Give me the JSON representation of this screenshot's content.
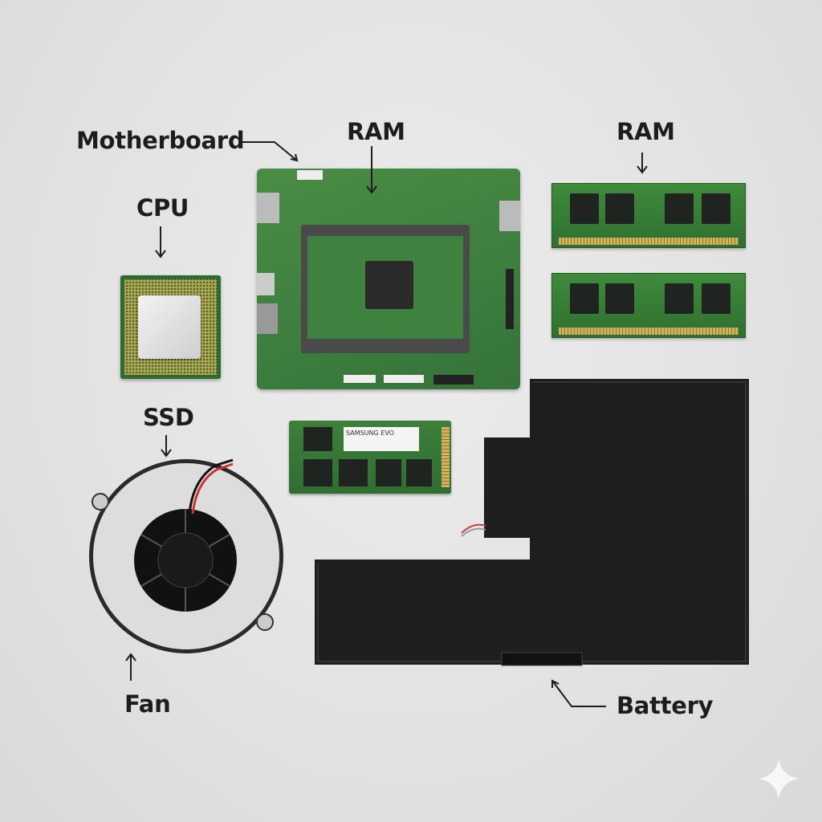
{
  "labels": {
    "motherboard": "Motherboard",
    "ram_top_center": "RAM",
    "ram_top_right": "RAM",
    "cpu": "CPU",
    "ssd": "SSD",
    "fan": "Fan",
    "battery": "Battery"
  },
  "ssd_sticker": "SAMSUNG EVO",
  "colors": {
    "background": "#e4e4e4",
    "pcb_green": "#3a7d3a",
    "battery": "#1e1e1e",
    "label_text": "#1d1d1d"
  },
  "watermark": "sparkle-icon"
}
